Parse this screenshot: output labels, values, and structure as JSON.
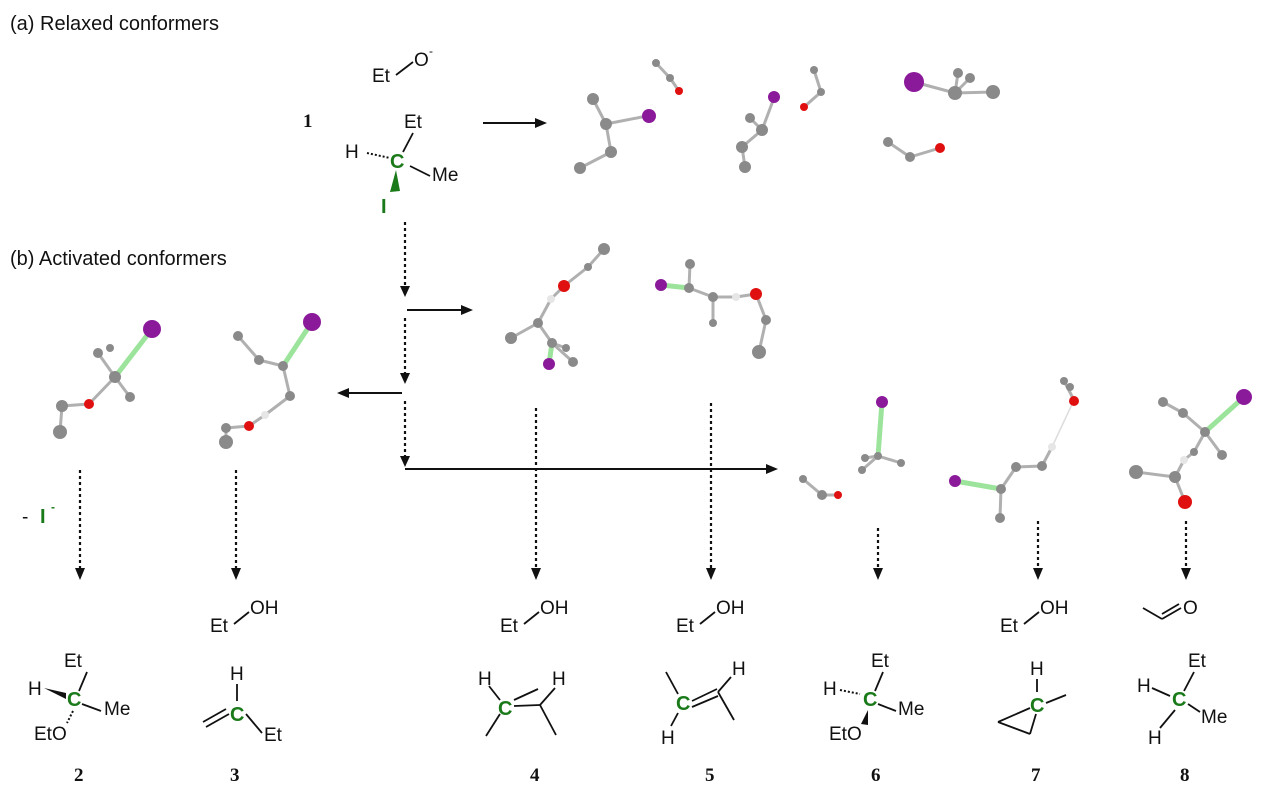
{
  "section_labels": {
    "relaxed": "(a) Relaxed conformers",
    "activated": "(b) Activated conformers"
  },
  "reactant": {
    "ethoxide": "Et",
    "ethoxide_O": "O",
    "ethoxide_charge": "-",
    "number": "1",
    "substituents": {
      "top": "Et",
      "left": "H",
      "right": "Me",
      "bottom": "I"
    },
    "center": "C"
  },
  "iodide_loss": {
    "prefix": "- ",
    "ion": "I",
    "charge": "-"
  },
  "byproducts": {
    "ethanol": "Et",
    "ethanol_OH": "OH",
    "acetaldehyde_O": "O"
  },
  "products": [
    {
      "number": "2",
      "labels": [
        "Et",
        "H",
        "Me",
        "EtO"
      ],
      "center": "C"
    },
    {
      "number": "3",
      "labels": [
        "H",
        "Et"
      ],
      "center": "C"
    },
    {
      "number": "4",
      "labels": [
        "H",
        "H"
      ],
      "center": "C"
    },
    {
      "number": "5",
      "labels": [
        "H",
        "H"
      ],
      "center": "C"
    },
    {
      "number": "6",
      "labels": [
        "Et",
        "H",
        "Me",
        "EtO"
      ],
      "center": "C"
    },
    {
      "number": "7",
      "labels": [
        "H"
      ],
      "center": "C"
    },
    {
      "number": "8",
      "labels": [
        "Et",
        "H",
        "Me",
        "H"
      ],
      "center": "C"
    }
  ],
  "atom_colors": {
    "carbon": "#8a8a8a",
    "oxygen": "#e01010",
    "iodine": "#8b1a9a",
    "hydrogen": "#e6e6e6",
    "highlight": "#1a7a1a"
  }
}
